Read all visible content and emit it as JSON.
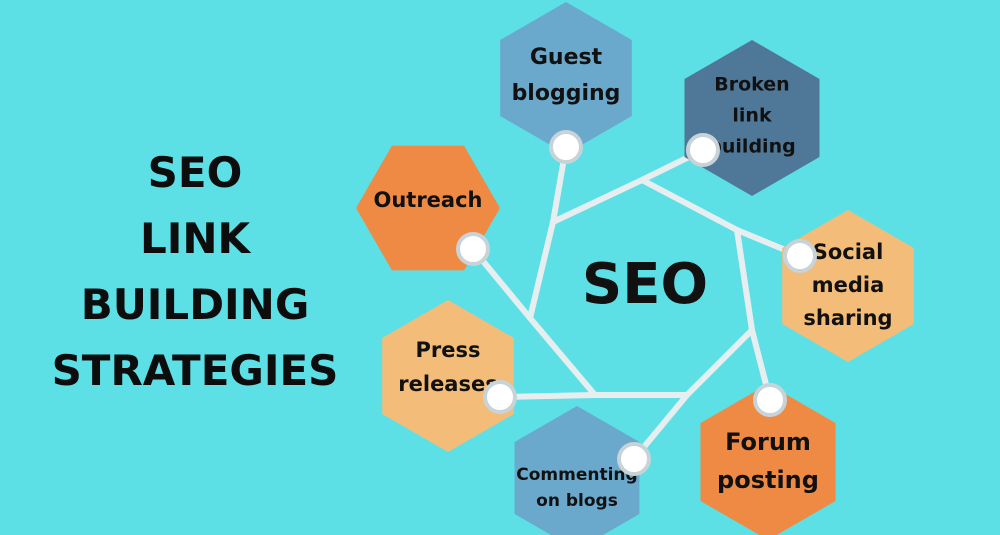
{
  "title_lines": [
    "SEO",
    "LINK",
    "BUILDING",
    "STRATEGIES"
  ],
  "center_label": "SEO",
  "colors": {
    "background": "#5ddfe6",
    "connector": "#e6eef0",
    "node_dot_fill": "#ffffff",
    "node_dot_stroke": "#c8d3d8"
  },
  "strategies": [
    {
      "id": "guest-blogging",
      "lines": [
        "Guest",
        "blogging"
      ],
      "color": "#6aa8cc"
    },
    {
      "id": "broken-link-building",
      "lines": [
        "Broken",
        "link",
        "building"
      ],
      "color": "#4f7898"
    },
    {
      "id": "social-media-sharing",
      "lines": [
        "Social",
        "media",
        "sharing"
      ],
      "color": "#f3bc79"
    },
    {
      "id": "forum-posting",
      "lines": [
        "Forum",
        "posting"
      ],
      "color": "#ef8a45"
    },
    {
      "id": "commenting-on-blogs",
      "lines": [
        "Commenting",
        "on blogs"
      ],
      "color": "#6aa8cc"
    },
    {
      "id": "press-releases",
      "lines": [
        "Press",
        "releases"
      ],
      "color": "#f3bc79"
    },
    {
      "id": "outreach",
      "lines": [
        "Outreach"
      ],
      "color": "#ef8a45"
    }
  ]
}
